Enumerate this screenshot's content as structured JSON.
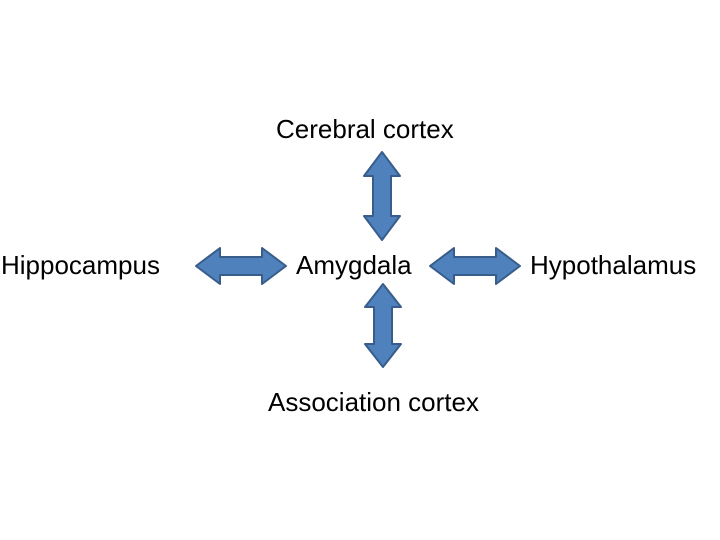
{
  "nodes": {
    "top": "Cerebral cortex",
    "left": "Hippocampus",
    "center": "Amygdala",
    "right": "Hypothalamus",
    "bottom": "Association cortex"
  },
  "colors": {
    "arrow_fill": "#4f81bd",
    "arrow_stroke": "#385d8a",
    "text": "#000000",
    "background": "#ffffff"
  }
}
